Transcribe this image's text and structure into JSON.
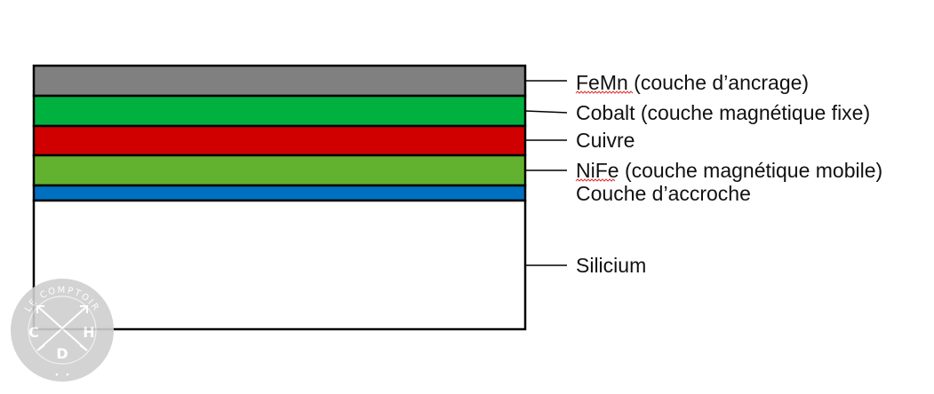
{
  "layers": [
    {
      "id": "femn",
      "label_main": "FeMn",
      "label_rest": " (couche d’ancrage)",
      "color": "#808080",
      "spellcheck": true
    },
    {
      "id": "cobalt",
      "label_main": "Cobalt (couche magnétique fixe)",
      "label_rest": "",
      "color": "#00b140",
      "spellcheck": false
    },
    {
      "id": "cuivre",
      "label_main": "Cuivre",
      "label_rest": "",
      "color": "#d00000",
      "spellcheck": false
    },
    {
      "id": "nife",
      "label_main": "NiFe",
      "label_rest": " (couche magnétique mobile)",
      "color": "#62b22f",
      "spellcheck": true
    },
    {
      "id": "accroche",
      "label_main": "Couche d’accroche",
      "label_rest": "",
      "color": "#0070c0",
      "spellcheck": false
    },
    {
      "id": "silicium",
      "label_main": "Silicium",
      "label_rest": "",
      "color": "#ffffff",
      "spellcheck": false
    }
  ],
  "watermark": {
    "ring_text": "LE COMPTOIR",
    "letter_left": "C",
    "letter_right": "H",
    "letter_bottom": "D",
    "color": "#cfcfcf"
  }
}
